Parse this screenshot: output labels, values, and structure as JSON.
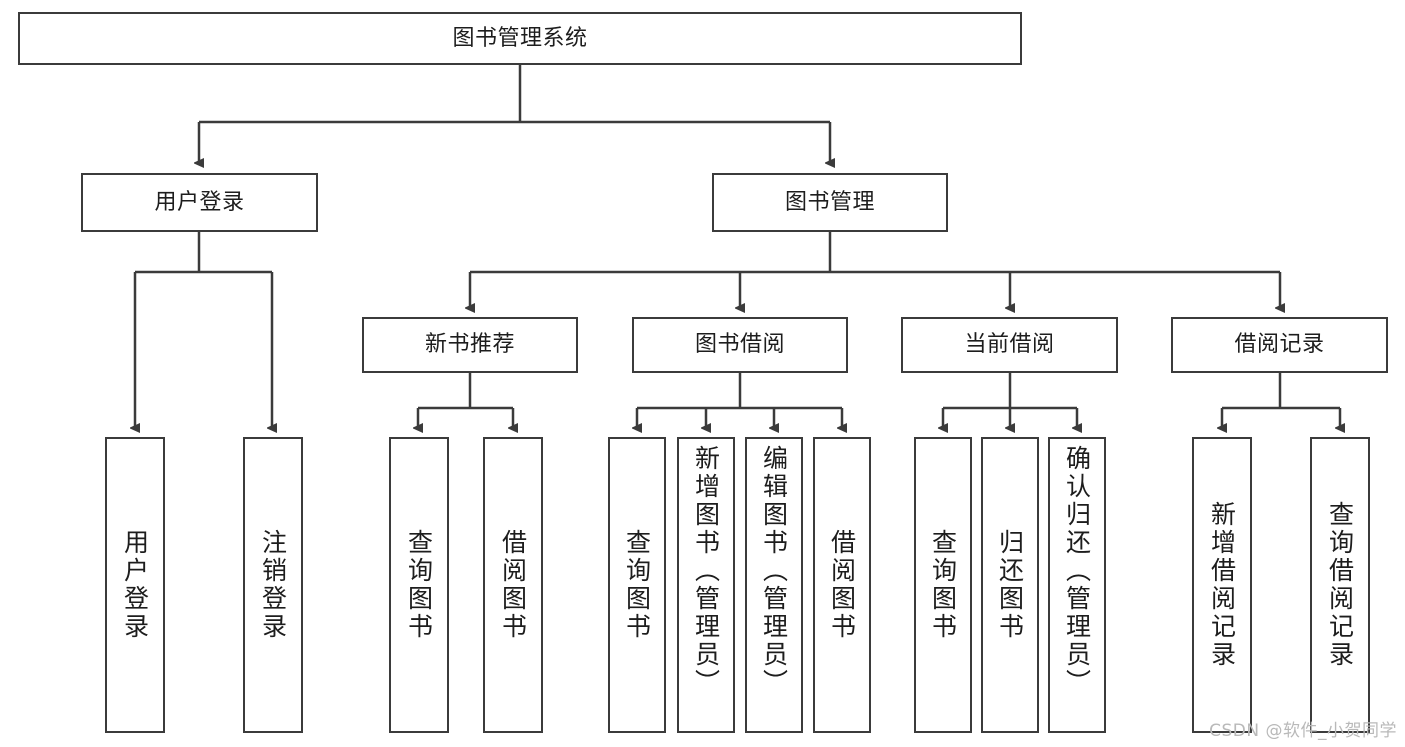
{
  "diagram": {
    "title": "图书管理系统",
    "type": "hierarchy-tree",
    "root": {
      "label": "图书管理系统"
    },
    "level2": [
      {
        "label": "用户登录"
      },
      {
        "label": "图书管理"
      }
    ],
    "level3": [
      {
        "label": "新书推荐"
      },
      {
        "label": "图书借阅"
      },
      {
        "label": "当前借阅"
      },
      {
        "label": "借阅记录"
      }
    ],
    "leaves": {
      "user_login": [
        {
          "label": "用户登录"
        },
        {
          "label": "注销登录"
        }
      ],
      "new_book_recommend": [
        {
          "label": "查询图书"
        },
        {
          "label": "借阅图书"
        }
      ],
      "book_borrow": [
        {
          "label": "查询图书"
        },
        {
          "label": "新增图书（管理员）"
        },
        {
          "label": "编辑图书（管理员）"
        },
        {
          "label": "借阅图书"
        }
      ],
      "current_borrow": [
        {
          "label": "查询图书"
        },
        {
          "label": "归还图书"
        },
        {
          "label": "确认归还（管理员）"
        }
      ],
      "borrow_record": [
        {
          "label": "新增借阅记录"
        },
        {
          "label": "查询借阅记录"
        }
      ]
    }
  },
  "watermark": {
    "text": "CSDN @软件_小贺同学"
  },
  "colors": {
    "stroke": "#3b3b3b",
    "background": "#ffffff",
    "text": "#1d1d1d",
    "watermark": "#b9b9b9"
  }
}
